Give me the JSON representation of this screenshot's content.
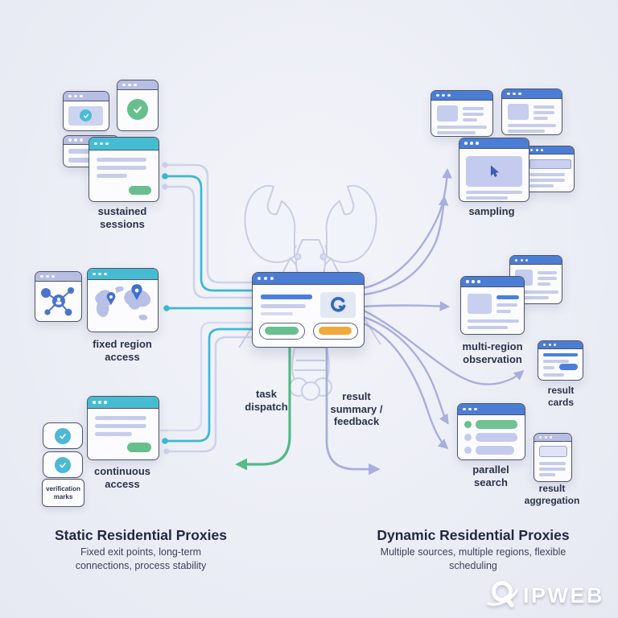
{
  "colors": {
    "background": "#edeff6",
    "window_border": "#4b5468",
    "titlebar_blue": "#4c7dd4",
    "titlebar_teal": "#46bcd2",
    "titlebar_lavender": "#b8bee3",
    "accent_blue": "#4a7fdd",
    "accent_teal": "#3fb7d4",
    "accent_green": "#55b983",
    "accent_orange": "#f2a93b",
    "accent_lavender": "#a8aede",
    "wire_gray": "#ccd3e8",
    "placeholder_lavender": "#c6cce9",
    "text_dark": "#1f2742"
  },
  "left_section": {
    "heading": "Static Residential Proxies",
    "subheading": "Fixed exit points, long-term connections, process stability",
    "nodes": {
      "sustained_sessions": "sustained sessions",
      "fixed_region_access": "fixed region access",
      "continuous_access": "continuous access",
      "verification_marks": "verification marks"
    }
  },
  "right_section": {
    "heading": "Dynamic Residential Proxies",
    "subheading": "Multiple sources, multiple regions, flexible scheduling",
    "nodes": {
      "sampling": "sampling",
      "multi_region_observation": "multi-region observation",
      "result_cards": "result cards",
      "parallel_search": "parallel search",
      "result_aggregation": "result aggregation"
    }
  },
  "center": {
    "task_dispatch": "task dispatch",
    "result_summary": "result summary / feedback"
  },
  "brand": {
    "name": "IPWEB"
  }
}
